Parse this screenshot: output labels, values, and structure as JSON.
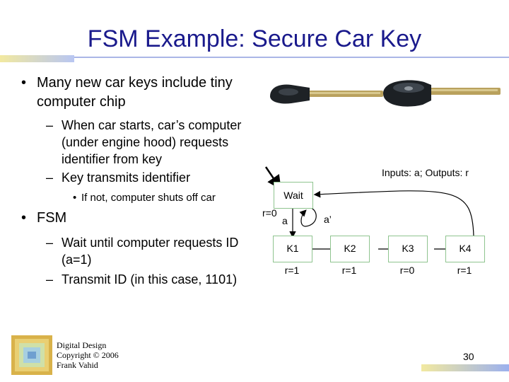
{
  "slide": {
    "title": "FSM Example: Secure Car Key",
    "bullets": [
      {
        "text": "Many new car keys include tiny computer chip",
        "subs": [
          "When car starts, car’s computer (under engine hood) requests identifier from key",
          "Key transmits identifier"
        ],
        "subsub": "If not, computer shuts off car"
      },
      {
        "text": "FSM",
        "subs": [
          "Wait until computer requests ID (a=1)",
          "Transmit ID (in this case, 1101)"
        ]
      }
    ]
  },
  "diagram": {
    "io_label": "Inputs: a; Outputs: r",
    "wait_state": {
      "name": "Wait",
      "output": "r=0"
    },
    "transitions": {
      "a": "a",
      "a_not": "a’"
    },
    "states": [
      {
        "name": "K1",
        "output": "r=1"
      },
      {
        "name": "K2",
        "output": "r=1"
      },
      {
        "name": "K3",
        "output": "r=0"
      },
      {
        "name": "K4",
        "output": "r=1"
      }
    ]
  },
  "footer": {
    "line1": "Digital Design",
    "line2": "Copyright © 2006",
    "line3": "Frank Vahid",
    "page": "30"
  },
  "colors": {
    "title": "#1a1a8c",
    "state_border": "#8fc48f"
  }
}
